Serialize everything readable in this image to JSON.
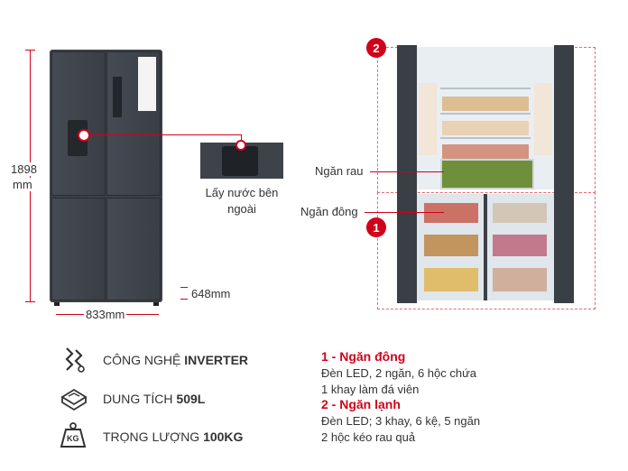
{
  "dimensions": {
    "height_value": "1898",
    "height_unit": "mm",
    "width": "833mm",
    "depth": "648mm"
  },
  "callout": {
    "dispenser_label": "Lấy nước bên ngoài"
  },
  "interior_labels": {
    "crisper": "Ngăn rau",
    "freezer": "Ngăn đông",
    "badge_1": "1",
    "badge_2": "2"
  },
  "features": [
    {
      "prefix": "CÔNG NGHỆ ",
      "bold": "INVERTER",
      "icon": "inverter-icon"
    },
    {
      "prefix": "DUNG TÍCH ",
      "bold": "509L",
      "icon": "capacity-icon"
    },
    {
      "prefix": "TRỌNG LƯỢNG ",
      "bold": "100KG",
      "icon": "weight-icon"
    }
  ],
  "weight_icon_text": "KG",
  "compartments": [
    {
      "title": "1 - Ngăn đông",
      "line1": "Đèn LED,  2 ngăn, 6 hộc chứa",
      "line2": "1 khay làm đá viên"
    },
    {
      "title": "2 - Ngăn lạnh",
      "line1": "Đèn LED; 3 khay, 6 kệ, 5 ngăn",
      "line2": "2 hộc kéo rau quả"
    }
  ],
  "colors": {
    "accent": "#d0021b",
    "body": "#3c4048"
  }
}
